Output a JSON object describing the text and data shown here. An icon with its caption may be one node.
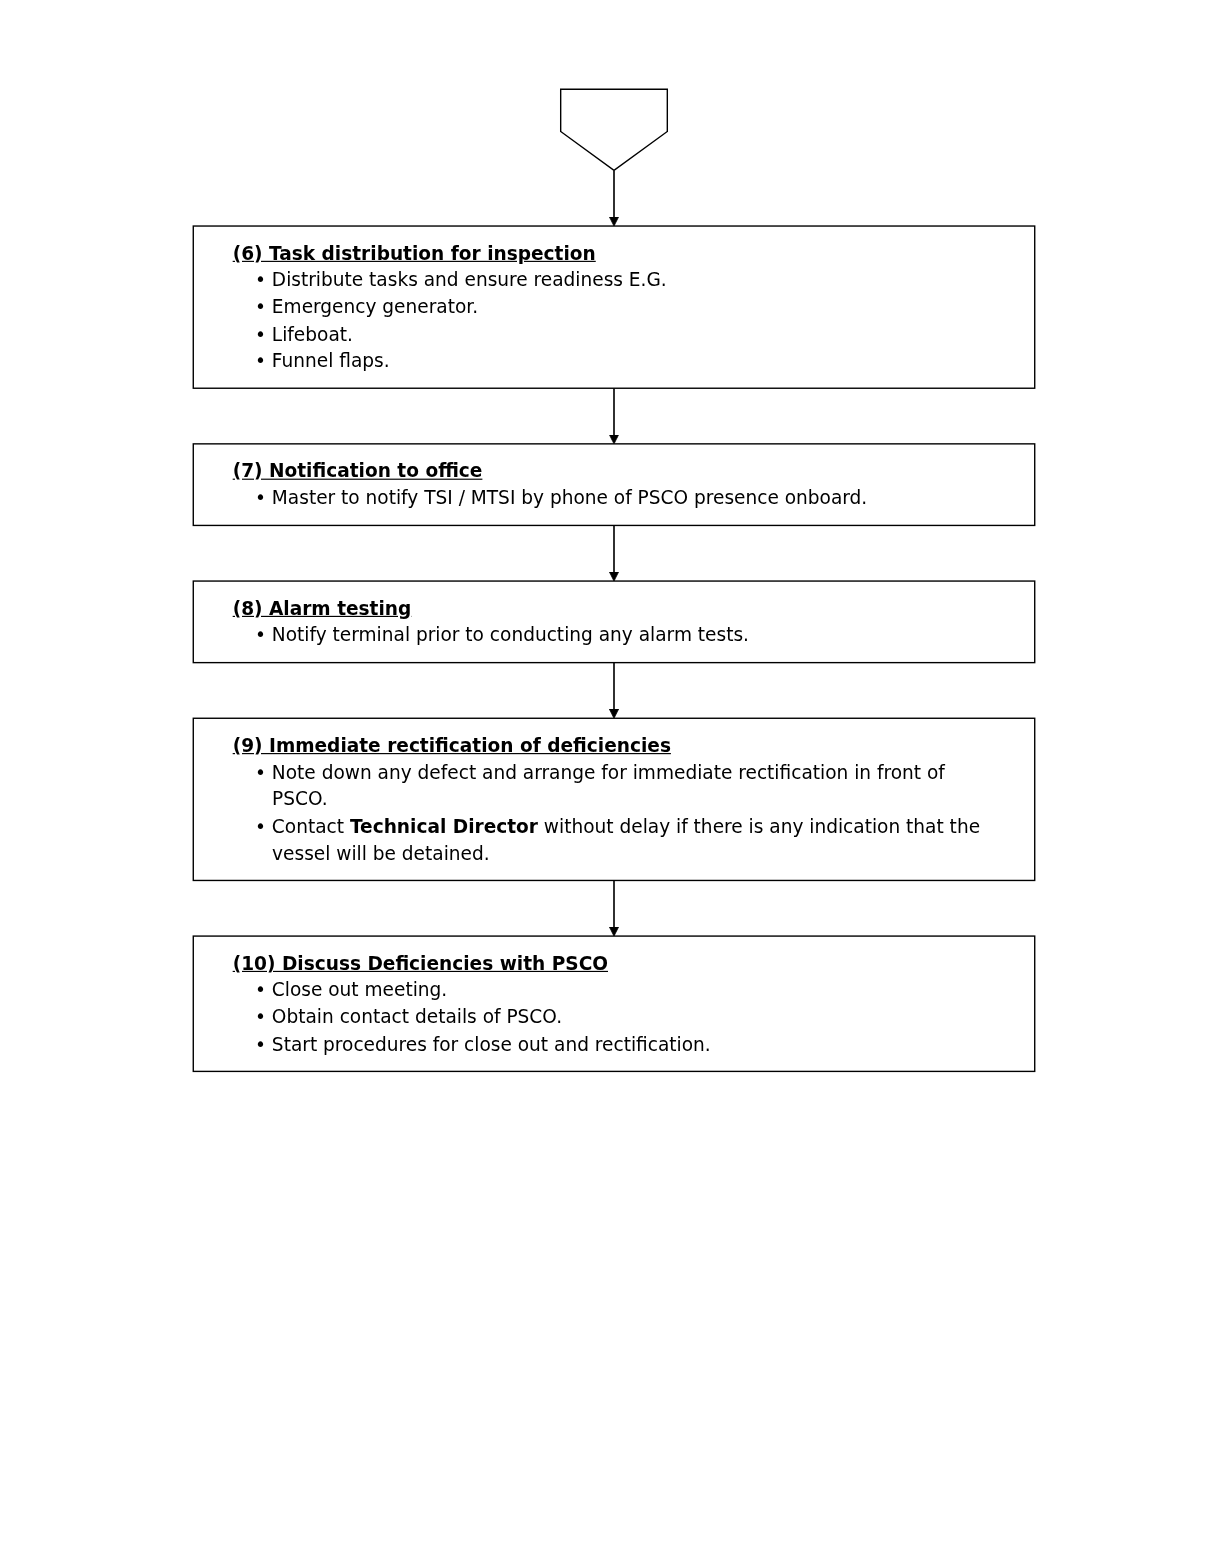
{
  "diagram": {
    "nodes": [
      {
        "text": [],
        "shape": "pentagon"
      },
      {
        "text": [
          "(6) Task distribution for inspection",
          "• Distribute tasks and ensure readiness E.G.",
          "• Emergency generator.",
          "• Lifeboat.",
          "• Funnel flaps."
        ]
      },
      {
        "text": [
          "(7) Notification to office",
          "• Master to notify TSI / MTSI by phone of PSCO presence onboard."
        ]
      },
      {
        "text": [
          "(8) Alarm testing",
          "• Notify terminal prior to conducting any alarm tests."
        ]
      },
      {
        "text": [
          "(9) Immediate rectification of deficiencies",
          "• Note down any defect and arrange for immediate rectification in front of PSCO.",
          "• Contact **Technical Director** without delay if there is any indication that the vessel will be detained."
        ]
      },
      {
        "text": [
          "(10) Discuss Deficiencies with PSCO",
          "• Close out meeting.",
          "• Obtain contact details of PSCO.",
          "• Start procedures for close out and rectification."
        ]
      }
    ],
    "edges": [
      {
        "from": 0,
        "to": 1,
        "arrow": "to"
      },
      {
        "from": 1,
        "to": 2,
        "arrow": "to"
      },
      {
        "from": 2,
        "to": 3,
        "arrow": "to"
      },
      {
        "from": 3,
        "to": 4,
        "arrow": "to"
      },
      {
        "from": 4,
        "to": 5,
        "arrow": "to"
      }
    ]
  }
}
